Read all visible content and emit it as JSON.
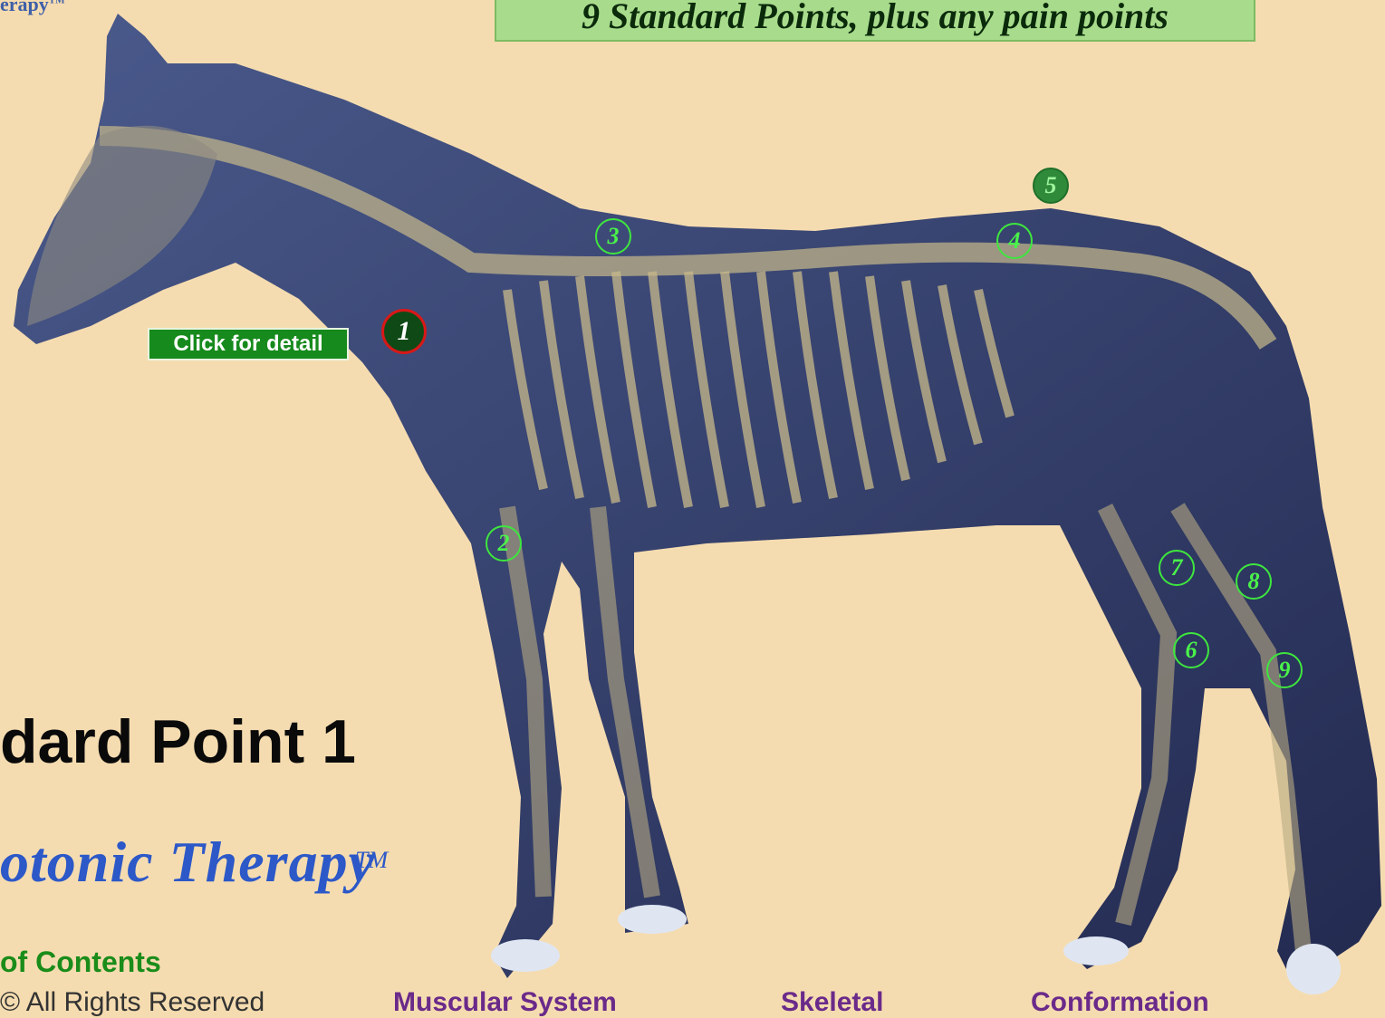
{
  "header": {
    "brand_small": "erapy",
    "brand_tm": "TM",
    "banner_text": "9 Standard Points, plus any pain points"
  },
  "detail_button": {
    "label": "Click for detail"
  },
  "points": [
    {
      "label": "1",
      "state": "active"
    },
    {
      "label": "2",
      "state": "outline"
    },
    {
      "label": "3",
      "state": "outline"
    },
    {
      "label": "4",
      "state": "outline"
    },
    {
      "label": "5",
      "state": "filled"
    },
    {
      "label": "6",
      "state": "outline"
    },
    {
      "label": "7",
      "state": "outline"
    },
    {
      "label": "8",
      "state": "outline"
    },
    {
      "label": "9",
      "state": "outline"
    }
  ],
  "page_title": "dard Point 1",
  "therapy_logo": {
    "text": "otonic Therapy",
    "tm": "TM"
  },
  "toc_link": "of Contents",
  "footer": {
    "rights": "© All Rights Reserved",
    "muscular": "Muscular System",
    "skeletal": "Skeletal",
    "conformation": "Conformation"
  },
  "colors": {
    "background": "#f5dcb0",
    "banner": "#a8dc8c",
    "point_green": "#3ee63e",
    "active_ring": "#d81818",
    "detail_button": "#168a1c",
    "logo_blue": "#2c58c8"
  }
}
